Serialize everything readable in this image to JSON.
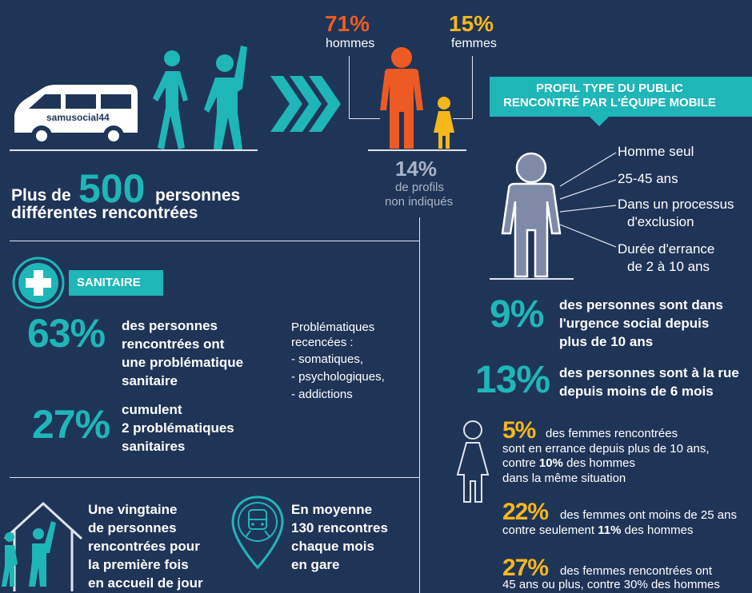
{
  "colors": {
    "background": "#1f3558",
    "teal": "#1fb6b8",
    "orange": "#ee5a24",
    "yellow": "#f6b71b",
    "gray": "#a9b4c6",
    "figure_gray": "#7f8aa8"
  },
  "top": {
    "van_label": "samusocial44",
    "men_pct": "71%",
    "men_label": "hommes",
    "women_pct": "15%",
    "women_label": "femmes",
    "unknown_pct": "14%",
    "unknown_label_1": "de profils",
    "unknown_label_2": "non indiqués",
    "headline_prefix": "Plus de",
    "headline_number": "500",
    "headline_suffix": "personnes",
    "headline_line2": "différentes rencontrées"
  },
  "profile": {
    "banner_line1": "PROFIL TYPE DU PUBLIC",
    "banner_line2": "RENCONTRÉ PAR L'ÉQUIPE MOBILE",
    "traits": [
      "Homme seul",
      "25-45 ans",
      "Dans un processus",
      "d'exclusion",
      "Durée d'errance",
      "de 2 à 10 ans"
    ],
    "stat1_pct": "9%",
    "stat1_l1": "des personnes sont dans",
    "stat1_l2": "l'urgence social depuis",
    "stat1_l3": "plus de 10 ans",
    "stat2_pct": "13%",
    "stat2_l1": "des personnes sont à la rue",
    "stat2_l2": "depuis moins de 6 mois"
  },
  "women": {
    "s1_pct": "5%",
    "s1_l1": "des femmes rencontrées",
    "s1_l2": "sont en errance depuis plus de 10 ans,",
    "s1_l3_pre": "contre",
    "s1_l3_pct": "10%",
    "s1_l3_post": "des hommes",
    "s1_l4": "dans la même situation",
    "s2_pct": "22%",
    "s2_l1": "des femmes ont moins de 25 ans",
    "s2_l2_pre": "contre seulement",
    "s2_l2_pct": "11%",
    "s2_l2_post": "des hommes",
    "s3_pct": "27%",
    "s3_l1": "des femmes rencontrées ont",
    "s3_l2": "45 ans ou plus, contre 30% des hommes"
  },
  "sanitaire": {
    "badge": "SANITAIRE",
    "p1_pct": "63%",
    "p1_l1": "des personnes",
    "p1_l2": "rencontrées ont",
    "p1_l3": "une problématique",
    "p1_l4": "sanitaire",
    "p2_pct": "27%",
    "p2_l1": "cumulent",
    "p2_l2": "2 problématiques",
    "p2_l3": "sanitaires",
    "problems_title_1": "Problématiques",
    "problems_title_2": "recencées :",
    "problems": [
      "- somatiques,",
      "- psychologiques,",
      "- addictions"
    ]
  },
  "bottom": {
    "day_l1": "Une vingtaine",
    "day_l2": "de personnes",
    "day_l3": "rencontrées pour",
    "day_l4": "la première fois",
    "day_l5": "en accueil de jour",
    "gare_l1": "En moyenne",
    "gare_l2": "130 rencontres",
    "gare_l3": "chaque mois",
    "gare_l4": "en gare"
  }
}
